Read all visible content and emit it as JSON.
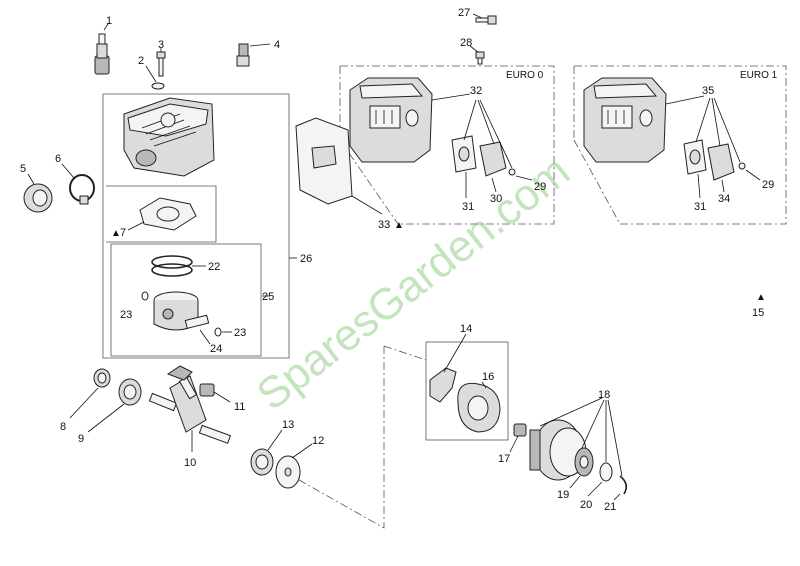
{
  "watermark": "SparesGarden.com",
  "labels": {
    "p1": "1",
    "p2": "2",
    "p3": "3",
    "p4": "4",
    "p5": "5",
    "p6": "6",
    "p7": "7",
    "p8": "8",
    "p9": "9",
    "p10": "10",
    "p11": "11",
    "p12": "12",
    "p13": "13",
    "p14": "14",
    "p15": "15",
    "p16": "16",
    "p17": "17",
    "p18": "18",
    "p19": "19",
    "p20": "20",
    "p21": "21",
    "p22": "22",
    "p23a": "23",
    "p23b": "23",
    "p24": "24",
    "p25": "25",
    "p26": "26",
    "p27": "27",
    "p28": "28",
    "p29a": "29",
    "p29b": "29",
    "p30": "30",
    "p31a": "31",
    "p31b": "31",
    "p32": "32",
    "p33": "33",
    "p34": "34",
    "p35": "35"
  },
  "boxes": {
    "euro0": "EURO 0",
    "euro1": "EURO 1"
  },
  "markers": {
    "triangle": "▲"
  }
}
